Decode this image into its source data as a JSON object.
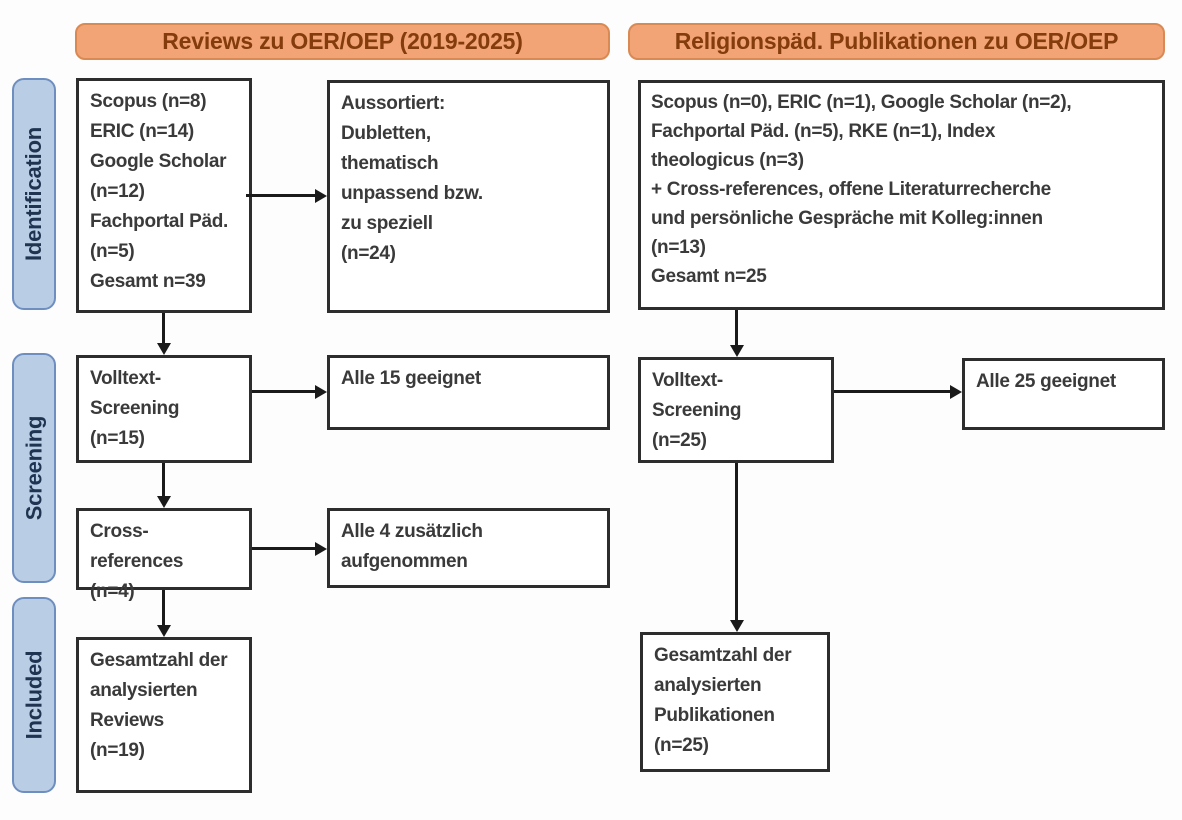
{
  "headers": {
    "left": "Reviews zu OER/OEP (2019-2025)",
    "right": "Religionspäd. Publikationen zu OER/OEP"
  },
  "stage_labels": {
    "identification": "Identification",
    "screening": "Screening",
    "included": "Included"
  },
  "left_flow": {
    "identification_sources": "Scopus (n=8)\nERIC (n=14)\nGoogle Scholar\n(n=12)\nFachportal Päd.\n(n=5)\nGesamt n=39",
    "excluded": "Aussortiert:\nDubletten,\nthematisch\nunpassend bzw.\nzu speziell\n(n=24)",
    "fulltext_screening": "Volltext-\nScreening\n(n=15)",
    "fulltext_result": "Alle 15 geeignet",
    "cross_references": "Cross-references\n(n=4)",
    "cross_references_result": "Alle 4 zusätzlich\naufgenommen",
    "included_total": "Gesamtzahl der\nanalysierten\nReviews\n(n=19)"
  },
  "right_flow": {
    "identification_sources": "Scopus (n=0), ERIC (n=1), Google Scholar (n=2),\nFachportal Päd. (n=5), RKE (n=1), Index\ntheologicus (n=3)\n+ Cross-references, offene Literaturrecherche\nund persönliche Gespräche mit Kolleg:innen\n(n=13)\nGesamt n=25",
    "fulltext_screening": "Volltext-\nScreening\n(n=25)",
    "fulltext_result": "Alle 25 geeignet",
    "included_total": "Gesamtzahl der\nanalysierten\nPublikationen\n(n=25)"
  },
  "colors": {
    "header_fill": "#F2A477",
    "header_border": "#D98A54",
    "header_text": "#843C0C",
    "stage_fill": "#B9CDE5",
    "stage_border": "#6E8EBF",
    "stage_text": "#1F3450",
    "box_border": "#2D2D2D",
    "box_text": "#3A3A3A",
    "arrow": "#1A1A1A"
  }
}
